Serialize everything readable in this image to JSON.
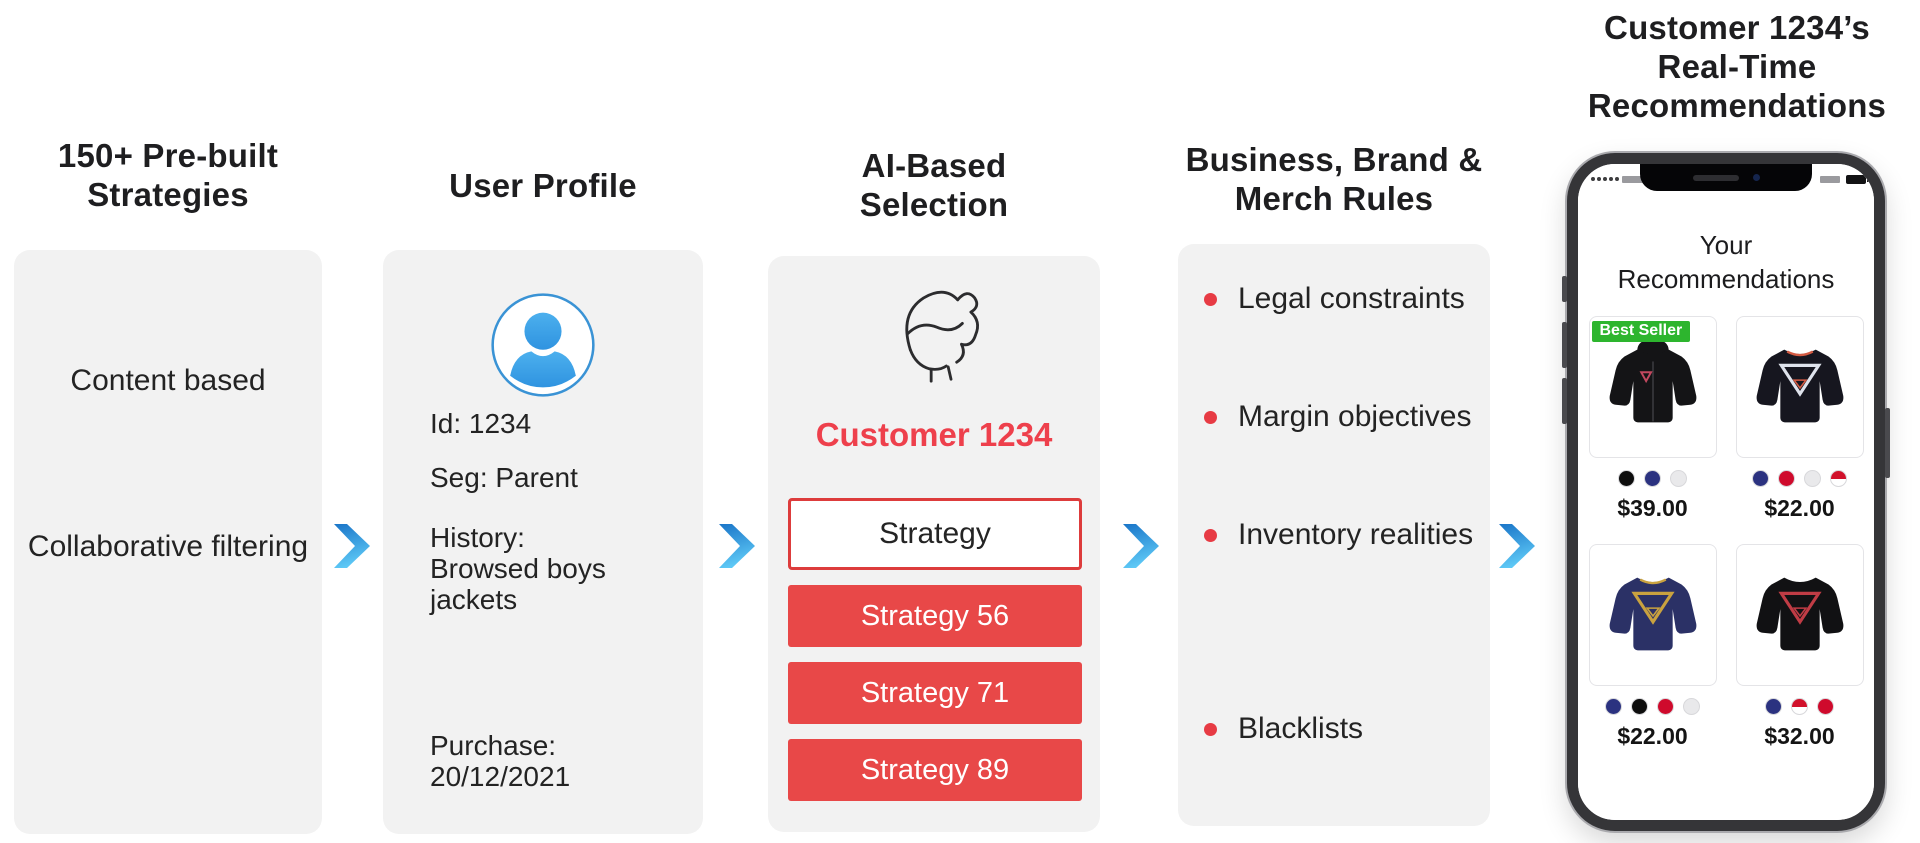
{
  "colors": {
    "box-bg": "#f2f2f2",
    "heading": "#1e1e20",
    "body-text": "#232323",
    "red-fill": "#e84848",
    "red-text": "#ee404c",
    "red-border": "#dd3c3c",
    "bullet-red": "#e73b44",
    "arrow-blue-dark": "#1a75c8",
    "arrow-blue-light": "#5ec9f6",
    "badge-green": "#2db52e"
  },
  "headings": {
    "col1": [
      "150+ Pre-built",
      "Strategies"
    ],
    "col2": [
      "User Profile"
    ],
    "col3": [
      "AI-Based",
      "Selection"
    ],
    "col4": [
      "Business, Brand &",
      "Merch Rules"
    ],
    "col5": [
      "Customer 1234’s",
      "Real-Time",
      "Recommendations"
    ]
  },
  "prebuilt": {
    "items": [
      "Content based",
      "Collaborative filtering"
    ]
  },
  "profile": {
    "id": "Id: 1234",
    "segment": "Seg: Parent",
    "history": [
      "History:",
      "Browsed boys",
      "jackets"
    ],
    "purchase": [
      "Purchase:",
      "20/12/2021"
    ]
  },
  "ai_selection": {
    "customer": "Customer 1234",
    "selected_strategy": "Strategy",
    "strategies": [
      "Strategy 56",
      "Strategy 71",
      "Strategy 89"
    ]
  },
  "rules": {
    "items": [
      "Legal constraints",
      "Margin objectives",
      "Inventory realities",
      "Blacklists"
    ]
  },
  "phone": {
    "title": "Your Recommendations",
    "products": [
      {
        "badge": "Best Seller",
        "price": "$39.00",
        "garment": "hoodie",
        "garment_color": "#141416",
        "logo_primary": "#c2485f",
        "logo_secondary": "#c2485f",
        "swatches": [
          "#0d0d0d",
          "#2b3280",
          "#e9e9eb"
        ]
      },
      {
        "price": "$22.00",
        "garment": "long-sleeve-tee",
        "garment_color": "#16161f",
        "logo_primary": "#dfe3ec",
        "logo_secondary": "#d45b43",
        "swatches": [
          "#2b3280",
          "#cf0a2c",
          "#e9e9eb",
          "linear-gradient(180deg,#d1112b 52%,#ffffff 48%)"
        ]
      },
      {
        "price": "$22.00",
        "garment": "long-sleeve-tee",
        "garment_color": "#2b3166",
        "logo_primary": "#c9a23f",
        "logo_secondary": "#c9a23f",
        "swatches": [
          "#2b3280",
          "#0d0d0d",
          "#cf0a2c",
          "#e9e9eb"
        ]
      },
      {
        "price": "$32.00",
        "garment": "sweatshirt",
        "garment_color": "#111113",
        "logo_primary": "#c03c45",
        "logo_secondary": "#c03c45",
        "swatches": [
          "#2b3280",
          "linear-gradient(180deg,#d1112b 52%,#ffffff 48%)",
          "#cf0a2c"
        ]
      }
    ]
  }
}
